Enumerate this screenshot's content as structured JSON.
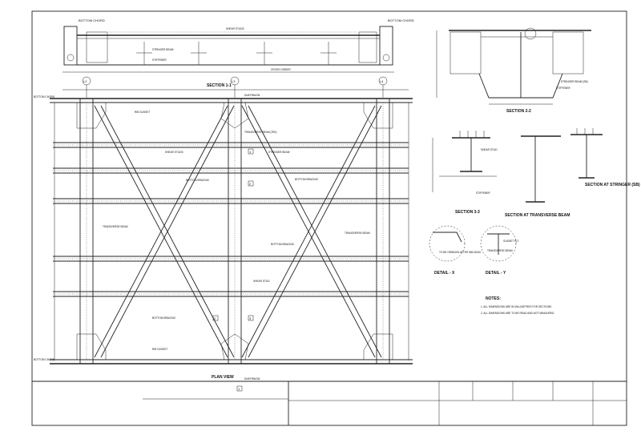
{
  "drawing": {
    "plan_title": "PLAN VIEW",
    "section_1": "SECTION 1-1",
    "section_2": "SECTION 2-2",
    "section_3": "SECTION 3-3",
    "section_transverse": "SECTION AT TRANSVERSE BEAM",
    "section_stringer": "SECTION AT STRINGER (SB)",
    "detail_x": "DETAIL - X",
    "detail_y": "DETAIL - Y",
    "notes_title": "NOTES:"
  },
  "gridlines": [
    "L2",
    "L3",
    "L4"
  ],
  "plan_labels": {
    "bottom_chord_left": "BOTTOM CHORD",
    "bottom_chord_left_lower": "BOTTOM CHORD",
    "diaphragm": "DIAPHRAGM",
    "rib_gusset": "RIB GUSSET",
    "transverse_beam_tb": "TRANSVERSE BEAM (TB2)",
    "stringer_beam": "STRINGER BEAM",
    "shear_studs": "SHEAR STUDS",
    "bottom_bracing_1": "BOTTOM BRACING",
    "bottom_bracing_2": "BOTTOM BRACING",
    "bottom_bracing_3": "BOTTOM BRACING",
    "transverse_beam_left": "TRANSVERSE BEAM",
    "transverse_beam_right": "TRANSVERSE BEAM",
    "shear_stud_mid": "SHEAR STUD",
    "rib_gusset_lower": "RIB GUSSET",
    "diaphragm_lower": "DIAPHRAGM"
  },
  "section1_labels": {
    "top_left": "BOTTOM CHORD",
    "top_right": "BOTTOM CHORD",
    "shear_studs": "SHEAR STUDS",
    "stringer_beam": "STRINGER BEAM",
    "stiffener": "STIFFENER",
    "cross_girder": "CROSS GIRDER"
  },
  "section2_labels": {
    "stringer_beam": "STRINGER BEAM (SB)",
    "stiffener": "STIFFENER"
  },
  "section3_labels": {
    "shear_stud": "SHEAR STUD",
    "stiffener": "STIFFENER"
  },
  "detail_labels": {
    "x_note": "TO BE GRINDED AFTER WELDING",
    "y_gusset": "GUSSET PLT.",
    "y_beam": "TRANSVERSE BEAM"
  },
  "notes": [
    "1. ALL DIMENSIONS ARE IN MILLIMETRES FOR SECTIONS",
    "2. ALL DIMENSIONS ARE TO BE READ AND NOT MEASURED."
  ],
  "section_markers": [
    "1",
    "1",
    "2",
    "2",
    "3",
    "3"
  ]
}
